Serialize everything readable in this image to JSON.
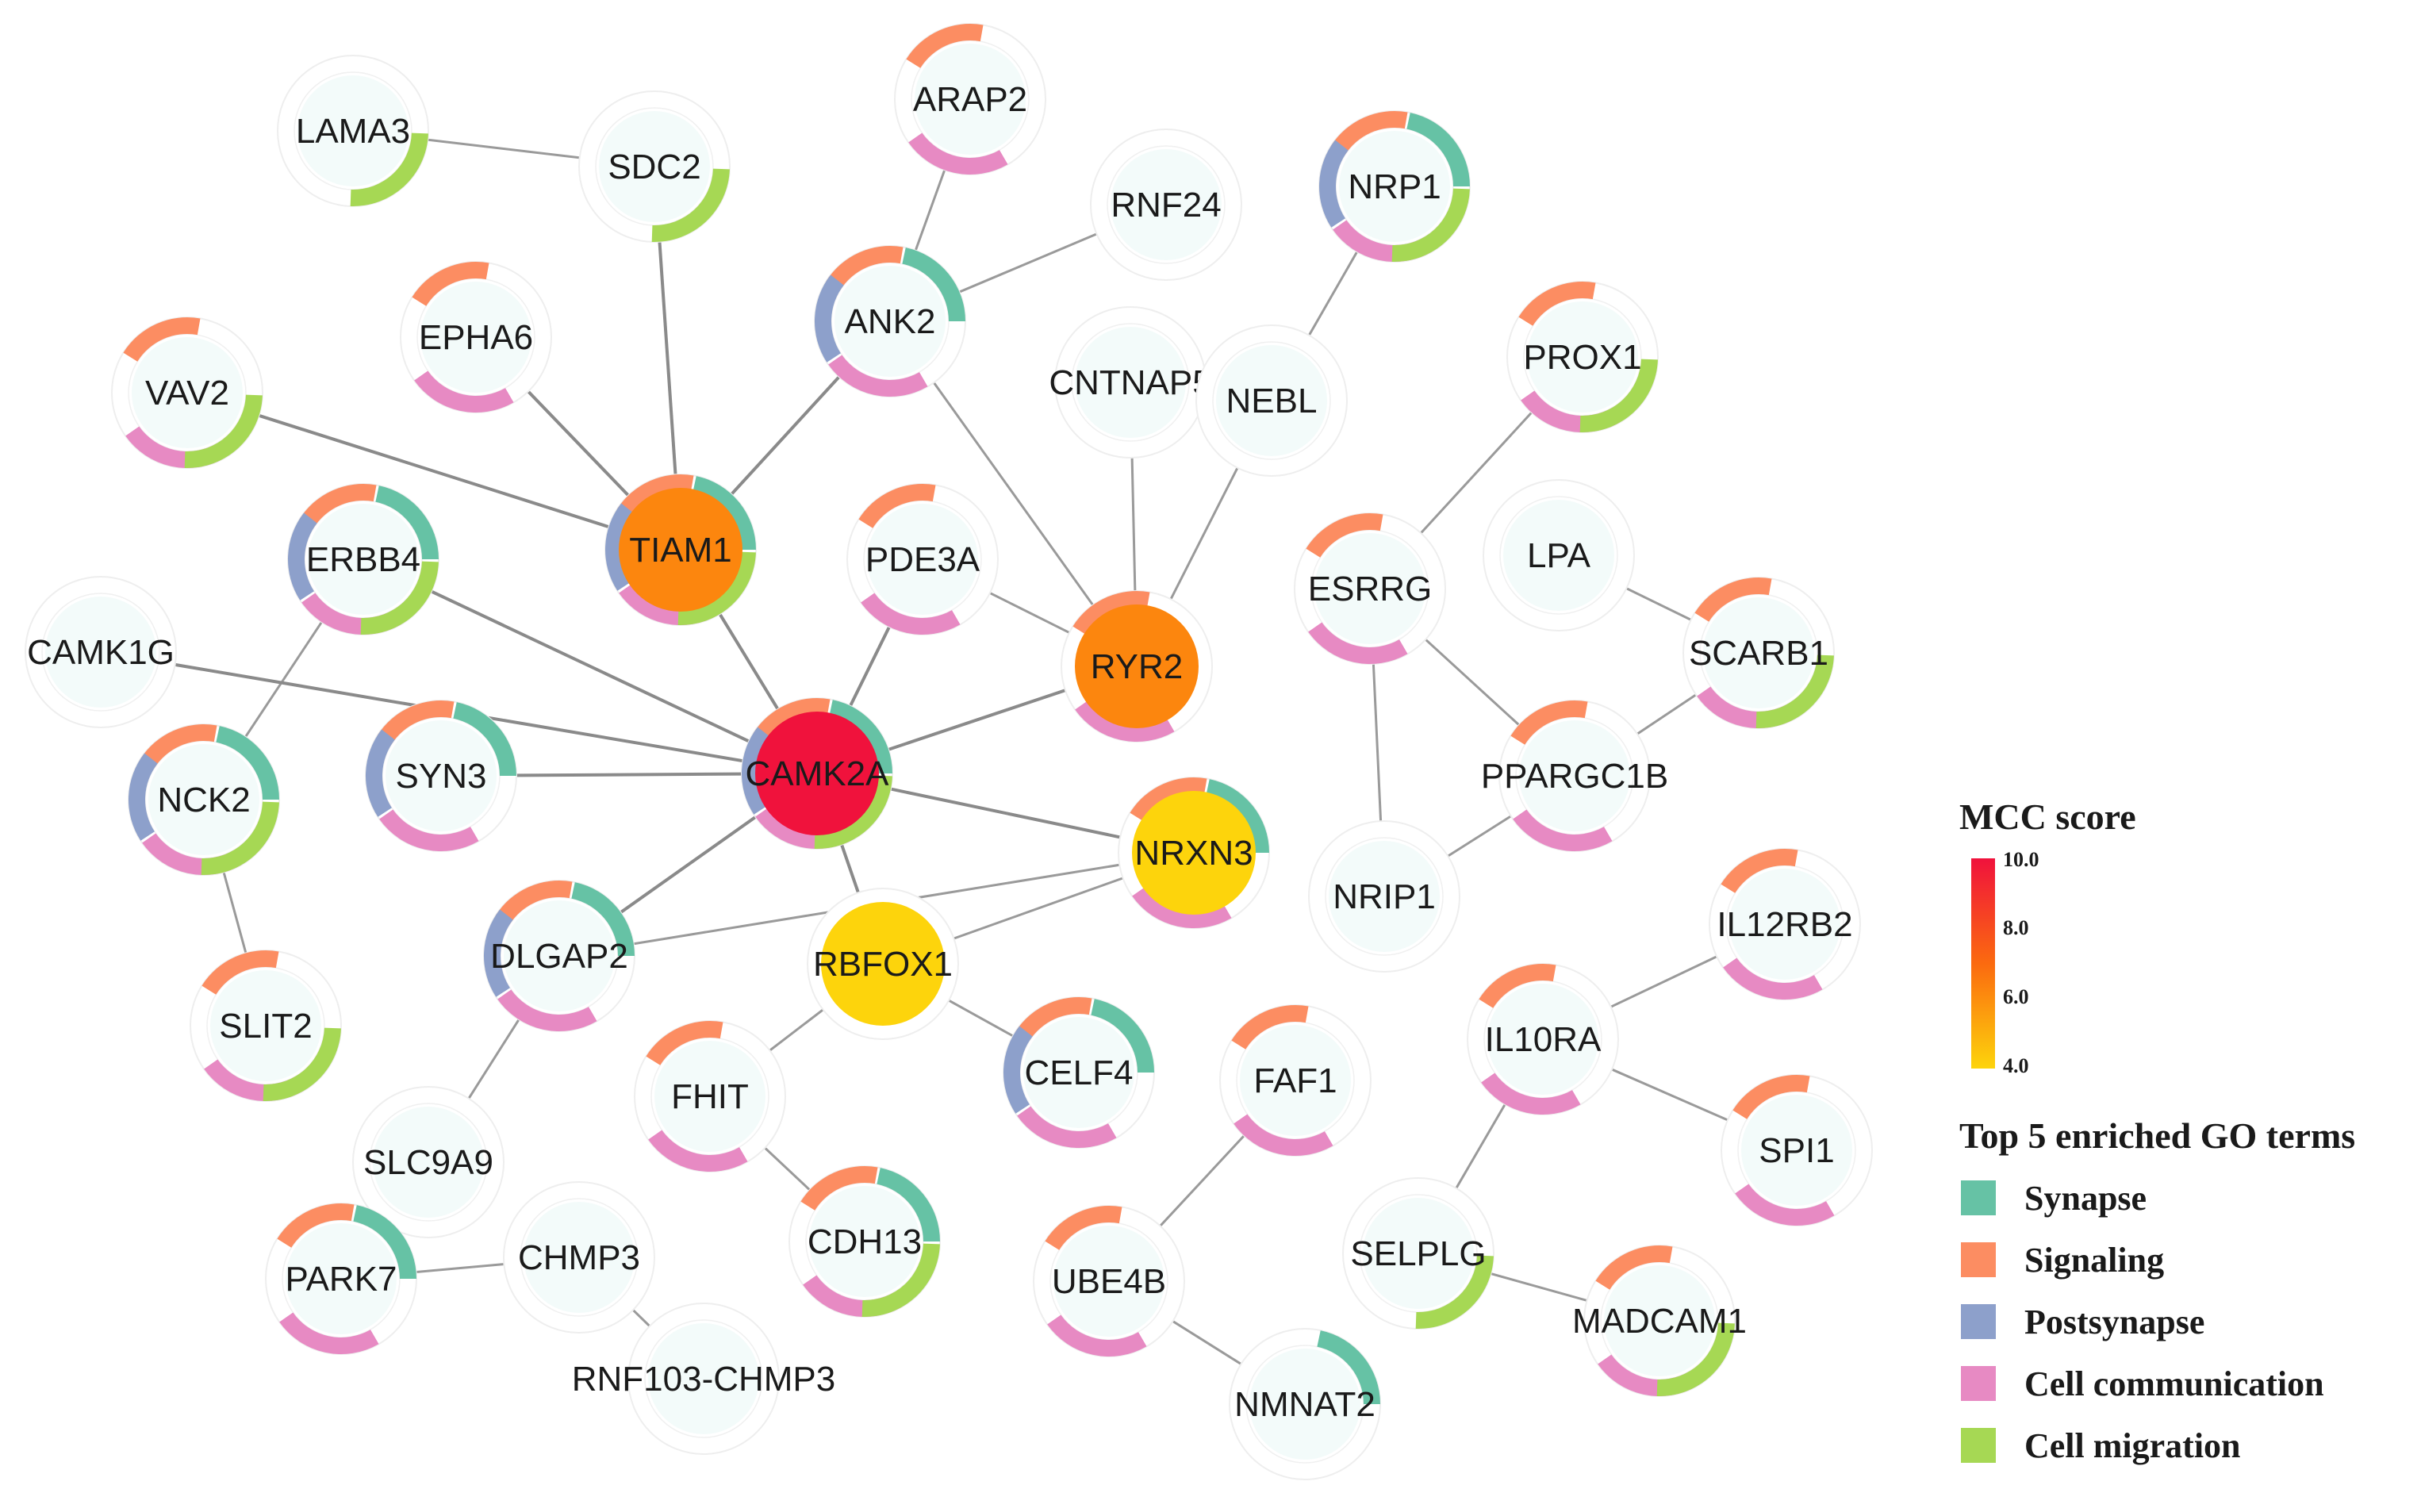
{
  "legend": {
    "mcc_title": "MCC score",
    "mcc_ticks": [
      "10.0",
      "8.0",
      "6.0",
      "4.0"
    ],
    "mcc_min": 4.0,
    "mcc_max": 10.0,
    "mcc_colors": {
      "high": "#f0123c",
      "mid": "#fb6a0f",
      "low": "#fdd40c"
    },
    "go_title": "Top 5 enriched GO terms",
    "go_terms": [
      {
        "key": "synapse",
        "label": "Synapse",
        "color": "#66c2a5"
      },
      {
        "key": "signaling",
        "label": "Signaling",
        "color": "#fc8d62"
      },
      {
        "key": "postsynapse",
        "label": "Postsynapse",
        "color": "#8da0cb"
      },
      {
        "key": "cellcomm",
        "label": "Cell communication",
        "color": "#e78ac3"
      },
      {
        "key": "migration",
        "label": "Cell migration",
        "color": "#a6d854"
      }
    ]
  },
  "nodes": [
    {
      "id": "LAMA3",
      "label": "LAMA3",
      "terms": [
        "migration"
      ]
    },
    {
      "id": "SDC2",
      "label": "SDC2",
      "terms": [
        "migration"
      ]
    },
    {
      "id": "ARAP2",
      "label": "ARAP2",
      "terms": [
        "signaling",
        "cellcomm"
      ]
    },
    {
      "id": "RNF24",
      "label": "RNF24",
      "terms": []
    },
    {
      "id": "NRP1",
      "label": "NRP1",
      "terms": [
        "synapse",
        "signaling",
        "postsynapse",
        "cellcomm",
        "migration"
      ]
    },
    {
      "id": "EPHA6",
      "label": "EPHA6",
      "terms": [
        "signaling",
        "cellcomm"
      ]
    },
    {
      "id": "ANK2",
      "label": "ANK2",
      "terms": [
        "synapse",
        "signaling",
        "postsynapse",
        "cellcomm"
      ]
    },
    {
      "id": "VAV2",
      "label": "VAV2",
      "terms": [
        "signaling",
        "cellcomm",
        "migration"
      ]
    },
    {
      "id": "CNTNAP5",
      "label": "CNTNAP5",
      "terms": []
    },
    {
      "id": "NEBL",
      "label": "NEBL",
      "terms": []
    },
    {
      "id": "PROX1",
      "label": "PROX1",
      "terms": [
        "signaling",
        "cellcomm",
        "migration"
      ]
    },
    {
      "id": "TIAM1",
      "label": "TIAM1",
      "terms": [
        "synapse",
        "signaling",
        "postsynapse",
        "cellcomm",
        "migration"
      ],
      "mcc": 6.2
    },
    {
      "id": "ERBB4",
      "label": "ERBB4",
      "terms": [
        "synapse",
        "signaling",
        "postsynapse",
        "cellcomm",
        "migration"
      ]
    },
    {
      "id": "PDE3A",
      "label": "PDE3A",
      "terms": [
        "signaling",
        "cellcomm"
      ]
    },
    {
      "id": "LPA",
      "label": "LPA",
      "terms": []
    },
    {
      "id": "ESRRG",
      "label": "ESRRG",
      "terms": [
        "signaling",
        "cellcomm"
      ]
    },
    {
      "id": "CAMK1G",
      "label": "CAMK1G",
      "terms": []
    },
    {
      "id": "RYR2",
      "label": "RYR2",
      "terms": [
        "signaling",
        "cellcomm"
      ],
      "mcc": 6.2
    },
    {
      "id": "SCARB1",
      "label": "SCARB1",
      "terms": [
        "signaling",
        "cellcomm",
        "migration"
      ]
    },
    {
      "id": "CAMK2A",
      "label": "CAMK2A",
      "terms": [
        "synapse",
        "signaling",
        "postsynapse",
        "cellcomm",
        "migration"
      ],
      "mcc": 10.0
    },
    {
      "id": "SYN3",
      "label": "SYN3",
      "terms": [
        "synapse",
        "signaling",
        "postsynapse",
        "cellcomm"
      ]
    },
    {
      "id": "NCK2",
      "label": "NCK2",
      "terms": [
        "synapse",
        "signaling",
        "postsynapse",
        "cellcomm",
        "migration"
      ]
    },
    {
      "id": "PPARGC1B",
      "label": "PPARGC1B",
      "terms": [
        "signaling",
        "cellcomm"
      ]
    },
    {
      "id": "NRXN3",
      "label": "NRXN3",
      "terms": [
        "synapse",
        "signaling",
        "cellcomm"
      ],
      "mcc": 4.0
    },
    {
      "id": "NRIP1",
      "label": "NRIP1",
      "terms": []
    },
    {
      "id": "IL12RB2",
      "label": "IL12RB2",
      "terms": [
        "signaling",
        "cellcomm"
      ]
    },
    {
      "id": "DLGAP2",
      "label": "DLGAP2",
      "terms": [
        "synapse",
        "signaling",
        "postsynapse",
        "cellcomm"
      ]
    },
    {
      "id": "RBFOX1",
      "label": "RBFOX1",
      "terms": [],
      "mcc": 4.0
    },
    {
      "id": "SLIT2",
      "label": "SLIT2",
      "terms": [
        "signaling",
        "cellcomm",
        "migration"
      ]
    },
    {
      "id": "IL10RA",
      "label": "IL10RA",
      "terms": [
        "signaling",
        "cellcomm"
      ]
    },
    {
      "id": "CELF4",
      "label": "CELF4",
      "terms": [
        "synapse",
        "signaling",
        "postsynapse",
        "cellcomm"
      ]
    },
    {
      "id": "FAF1",
      "label": "FAF1",
      "terms": [
        "signaling",
        "cellcomm"
      ]
    },
    {
      "id": "FHIT",
      "label": "FHIT",
      "terms": [
        "signaling",
        "cellcomm"
      ]
    },
    {
      "id": "SLC9A9",
      "label": "SLC9A9",
      "terms": []
    },
    {
      "id": "SPI1",
      "label": "SPI1",
      "terms": [
        "signaling",
        "cellcomm"
      ]
    },
    {
      "id": "CDH13",
      "label": "CDH13",
      "terms": [
        "synapse",
        "signaling",
        "cellcomm",
        "migration"
      ]
    },
    {
      "id": "UBE4B",
      "label": "UBE4B",
      "terms": [
        "signaling",
        "cellcomm"
      ]
    },
    {
      "id": "SELPLG",
      "label": "SELPLG",
      "terms": [
        "migration"
      ]
    },
    {
      "id": "CHMP3",
      "label": "CHMP3",
      "terms": []
    },
    {
      "id": "PARK7",
      "label": "PARK7",
      "terms": [
        "synapse",
        "signaling",
        "cellcomm"
      ]
    },
    {
      "id": "MADCAM1",
      "label": "MADCAM1",
      "terms": [
        "signaling",
        "cellcomm",
        "migration"
      ]
    },
    {
      "id": "RNF103_CHMP3",
      "label": "RNF103-CHMP3",
      "terms": []
    },
    {
      "id": "NMNAT2",
      "label": "NMNAT2",
      "terms": [
        "synapse"
      ]
    }
  ],
  "edges": [
    [
      "LAMA3",
      "SDC2"
    ],
    [
      "SDC2",
      "TIAM1"
    ],
    [
      "ARAP2",
      "ANK2"
    ],
    [
      "RNF24",
      "ANK2"
    ],
    [
      "NRP1",
      "NEBL"
    ],
    [
      "EPHA6",
      "TIAM1"
    ],
    [
      "ANK2",
      "TIAM1"
    ],
    [
      "ANK2",
      "RYR2"
    ],
    [
      "VAV2",
      "TIAM1"
    ],
    [
      "CNTNAP5",
      "RYR2"
    ],
    [
      "NEBL",
      "RYR2"
    ],
    [
      "PROX1",
      "ESRRG"
    ],
    [
      "TIAM1",
      "CAMK2A"
    ],
    [
      "ERBB4",
      "CAMK2A"
    ],
    [
      "ERBB4",
      "NCK2"
    ],
    [
      "PDE3A",
      "CAMK2A"
    ],
    [
      "PDE3A",
      "RYR2"
    ],
    [
      "LPA",
      "SCARB1"
    ],
    [
      "ESRRG",
      "PPARGC1B"
    ],
    [
      "ESRRG",
      "NRIP1"
    ],
    [
      "CAMK1G",
      "CAMK2A"
    ],
    [
      "RYR2",
      "CAMK2A"
    ],
    [
      "SCARB1",
      "PPARGC1B"
    ],
    [
      "CAMK2A",
      "SYN3"
    ],
    [
      "CAMK2A",
      "NRXN3"
    ],
    [
      "CAMK2A",
      "DLGAP2"
    ],
    [
      "CAMK2A",
      "RBFOX1"
    ],
    [
      "NCK2",
      "SLIT2"
    ],
    [
      "PPARGC1B",
      "NRIP1"
    ],
    [
      "NRXN3",
      "DLGAP2"
    ],
    [
      "NRXN3",
      "RBFOX1"
    ],
    [
      "IL12RB2",
      "IL10RA"
    ],
    [
      "DLGAP2",
      "SLC9A9"
    ],
    [
      "RBFOX1",
      "CELF4"
    ],
    [
      "RBFOX1",
      "FHIT"
    ],
    [
      "IL10RA",
      "SPI1"
    ],
    [
      "IL10RA",
      "SELPLG"
    ],
    [
      "FAF1",
      "UBE4B"
    ],
    [
      "FHIT",
      "CDH13"
    ],
    [
      "UBE4B",
      "NMNAT2"
    ],
    [
      "SELPLG",
      "MADCAM1"
    ],
    [
      "CHMP3",
      "PARK7"
    ],
    [
      "CHMP3",
      "RNF103_CHMP3"
    ]
  ]
}
